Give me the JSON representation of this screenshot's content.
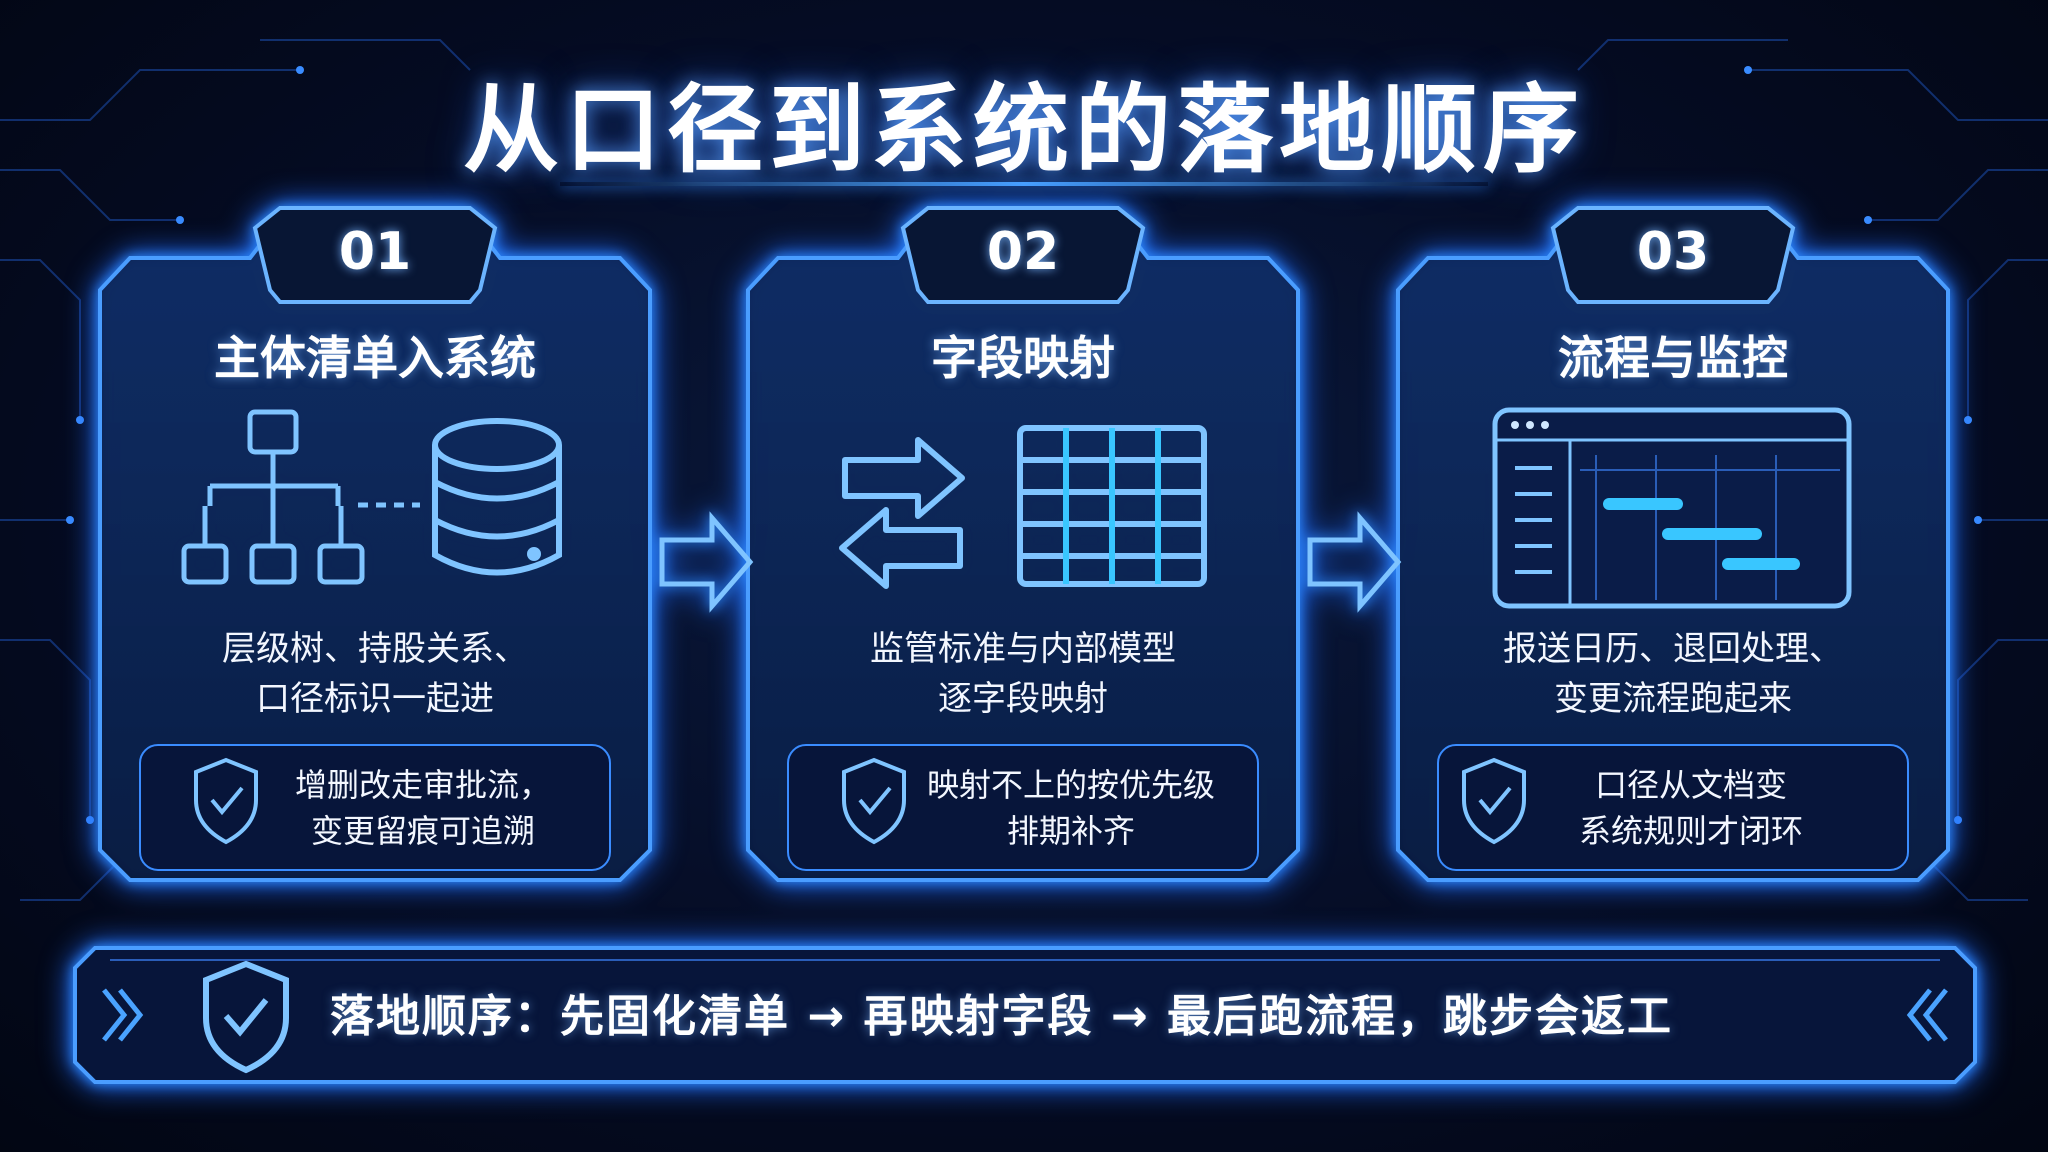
{
  "title": "从口径到系统的落地顺序",
  "steps": [
    {
      "number": "01",
      "title": "主体清单入系统",
      "desc_lines": [
        "层级树、持股关系、",
        "口径标识一起进"
      ],
      "note_lines": [
        "增删改走审批流，",
        "变更留痕可追溯"
      ],
      "icons": [
        "hierarchy-tree-icon",
        "database-icon",
        "shield-check-icon"
      ]
    },
    {
      "number": "02",
      "title": "字段映射",
      "desc_lines": [
        "监管标准与内部模型",
        "逐字段映射"
      ],
      "note_lines": [
        "映射不上的按优先级",
        "排期补齐"
      ],
      "icons": [
        "swap-arrows-icon",
        "table-grid-icon",
        "shield-check-icon"
      ]
    },
    {
      "number": "03",
      "title": "流程与监控",
      "desc_lines": [
        "报送日历、退回处理、",
        "变更流程跑起来"
      ],
      "note_lines": [
        "口径从文档变",
        "系统规则才闭环"
      ],
      "icons": [
        "gantt-dashboard-icon",
        "shield-check-icon"
      ]
    }
  ],
  "summary": {
    "text": "落地顺序：先固化清单 → 再映射字段 → 最后跑流程，跳步会返工",
    "icons": [
      "shield-check-icon",
      "double-chevron-right-icon",
      "double-chevron-left-icon"
    ]
  },
  "colors": {
    "accent": "#3a8cff",
    "accent_light": "#7fc4ff",
    "cyan": "#39c6ff",
    "background": "#050c24"
  }
}
